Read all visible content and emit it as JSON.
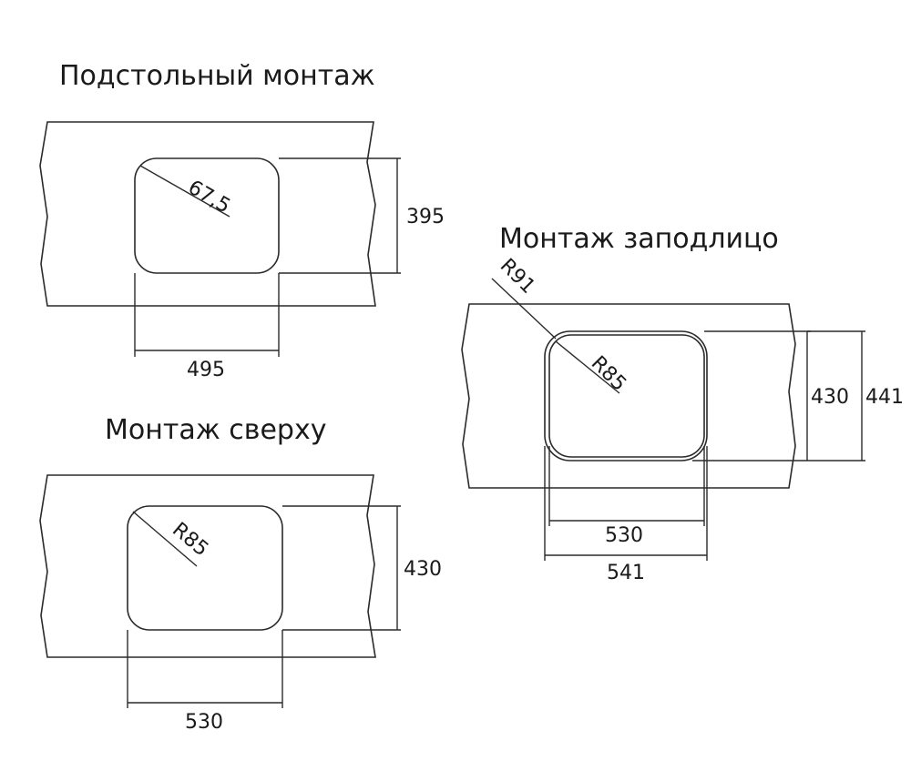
{
  "diagrams": {
    "undermount": {
      "title": "Подстольный монтаж",
      "radius_label": "67,5",
      "height_label": "395",
      "width_label": "495"
    },
    "topmount": {
      "title": "Монтаж сверху",
      "radius_label": "R85",
      "height_label": "430",
      "width_label": "530"
    },
    "flushmount": {
      "title": "Монтаж заподлицо",
      "outer_radius_label": "R91",
      "inner_radius_label": "R85",
      "inner_height_label": "430",
      "outer_height_label": "441",
      "inner_width_label": "530",
      "outer_width_label": "541"
    }
  }
}
